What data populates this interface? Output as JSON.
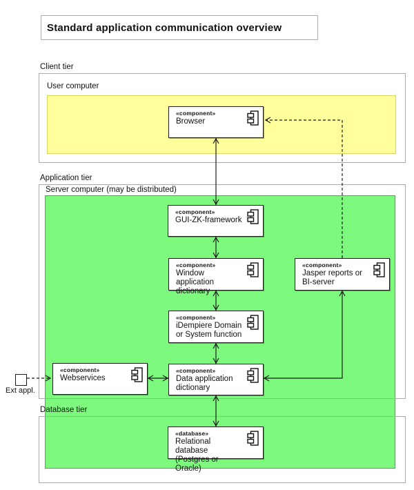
{
  "title": "Standard application communication overview",
  "colors": {
    "client_node_fill": "#ffff9c",
    "server_node_fill": "#7dfa7d",
    "frame_border": "#a9a9a9",
    "component_border": "#1c1c1c"
  },
  "tiers": {
    "client": {
      "label": "Client tier",
      "node_label": "User computer"
    },
    "application": {
      "label": "Application tier",
      "node_label": "Server computer (may be distributed)"
    },
    "database": {
      "label": "Database tier"
    }
  },
  "components": {
    "browser": {
      "stereotype": "«component»",
      "name": "Browser"
    },
    "gui": {
      "stereotype": "«component»",
      "name": "GUI-ZK-framework"
    },
    "window_dict": {
      "stereotype": "«component»",
      "name": "Window application dictionary"
    },
    "jasper": {
      "stereotype": "«component»",
      "name": "Jasper reports or BI-server"
    },
    "idempiere": {
      "stereotype": "«component»",
      "name": "iDempiere Domain or System function"
    },
    "webservices": {
      "stereotype": "«component»",
      "name": "Webservices"
    },
    "data_dict": {
      "stereotype": "«component»",
      "name": "Data application dictionary"
    },
    "rel_db": {
      "stereotype": "«database»",
      "name": "Relational database (Postgres or Oracle)"
    }
  },
  "external": {
    "label": "Ext appl."
  },
  "icons": {
    "uml_component": "uml-component-icon"
  }
}
